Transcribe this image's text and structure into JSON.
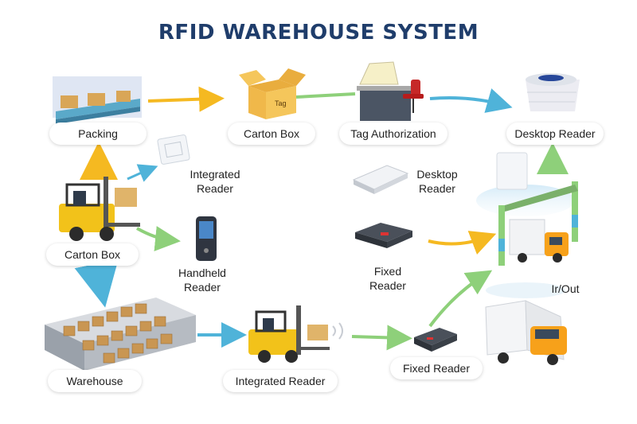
{
  "title": "RFID WAREHOUSE SYSTEM",
  "nodes": {
    "packing": "Packing",
    "carton_box_top": "Carton Box",
    "tag_authorization": "Tag Authorization",
    "desktop_reader_top": "Desktop Reader",
    "integrated_reader_top": [
      "Integrated",
      "Reader"
    ],
    "carton_box_left": "Carton Box",
    "handheld_reader": [
      "Handheld",
      "Reader"
    ],
    "desktop_reader_mid": [
      "Desktop",
      "Reader"
    ],
    "fixed_reader_mid": [
      "Fixed",
      "Reader"
    ],
    "in_out": "Ir/Out",
    "warehouse": "Warehouse",
    "integrated_reader_bottom": "Integrated Reader",
    "fixed_reader_bottom": "Fixed Reader"
  },
  "box_tag": "Tag",
  "colors": {
    "title": "#1f3d6b",
    "arrow_yellow": "#f5b921",
    "arrow_blue": "#4fb3d9",
    "arrow_green": "#8ed07a",
    "forklift": "#f2c21a",
    "truck_cab": "#f7a11a"
  }
}
